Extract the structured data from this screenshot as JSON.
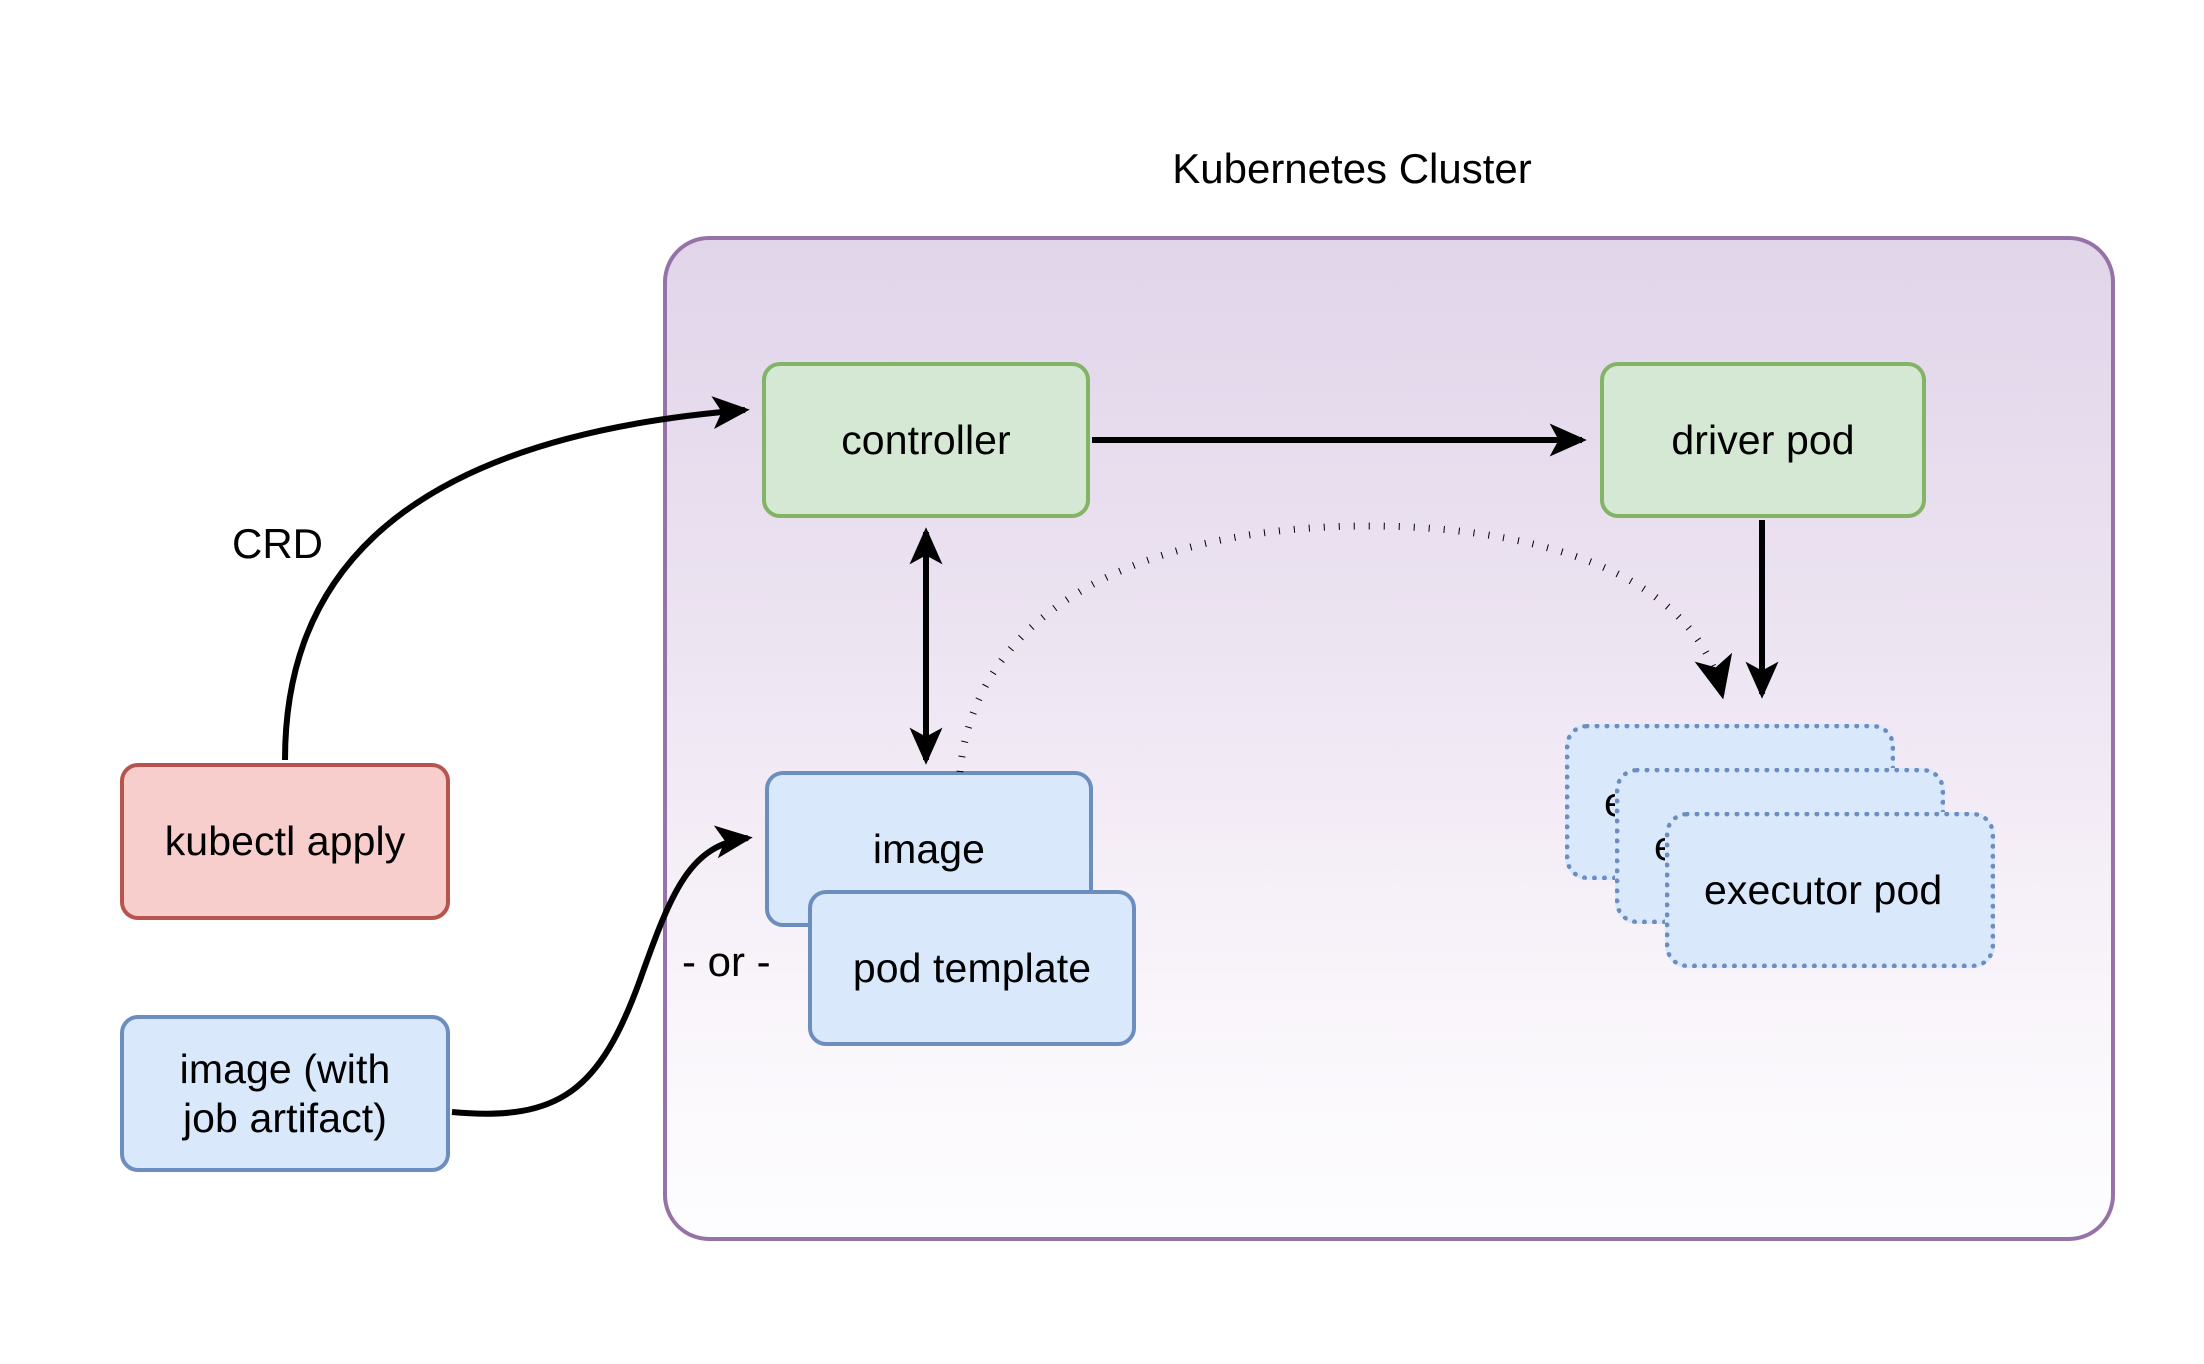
{
  "diagram": {
    "title": "Kubernetes Cluster",
    "cluster_border_color": "#9673a6",
    "cluster_fill_top": "#e1d5ea",
    "cluster_fill_bottom": "#fdfcfe"
  },
  "nodes": {
    "controller": {
      "label": "controller",
      "fill": "#d5e8d4",
      "stroke": "#82b366"
    },
    "driver_pod": {
      "label": "driver pod",
      "fill": "#d5e8d4",
      "stroke": "#82b366"
    },
    "image": {
      "label": "image",
      "fill": "#dae8fc",
      "stroke": "#6c8ebf"
    },
    "pod_template": {
      "label": "pod template",
      "fill": "#dae8fc",
      "stroke": "#6c8ebf"
    },
    "kubectl_apply": {
      "label": "kubectl apply",
      "fill": "#f8cecc",
      "stroke": "#b85450"
    },
    "image_job_artifact": {
      "label": "image (with job artifact)",
      "line1": "image (with",
      "line2": "job artifact)",
      "fill": "#dae8fc",
      "stroke": "#6c8ebf"
    },
    "executor_pods": [
      {
        "label": "executor pod",
        "visible_text": "e",
        "fill": "#dae8fc",
        "stroke": "#6c8ebf"
      },
      {
        "label": "executor pod",
        "visible_text": "e",
        "fill": "#dae8fc",
        "stroke": "#6c8ebf"
      },
      {
        "label": "executor pod",
        "visible_text": "executor pod",
        "fill": "#dae8fc",
        "stroke": "#6c8ebf"
      }
    ]
  },
  "labels": {
    "crd": "CRD",
    "or": "- or -"
  },
  "edges": [
    {
      "from": "kubectl_apply",
      "to": "controller",
      "label": "CRD",
      "style": "solid",
      "arrow": "single"
    },
    {
      "from": "controller",
      "to": "driver_pod",
      "label": "",
      "style": "solid",
      "arrow": "single"
    },
    {
      "from": "controller",
      "to": "image",
      "label": "",
      "style": "solid",
      "arrow": "double"
    },
    {
      "from": "image",
      "to": "executor_pods",
      "label": "",
      "style": "dotted",
      "arrow": "single"
    },
    {
      "from": "driver_pod",
      "to": "executor_pods",
      "label": "",
      "style": "solid",
      "arrow": "single"
    },
    {
      "from": "image_job_artifact",
      "to": "image",
      "label": "",
      "style": "solid",
      "arrow": "single"
    }
  ]
}
